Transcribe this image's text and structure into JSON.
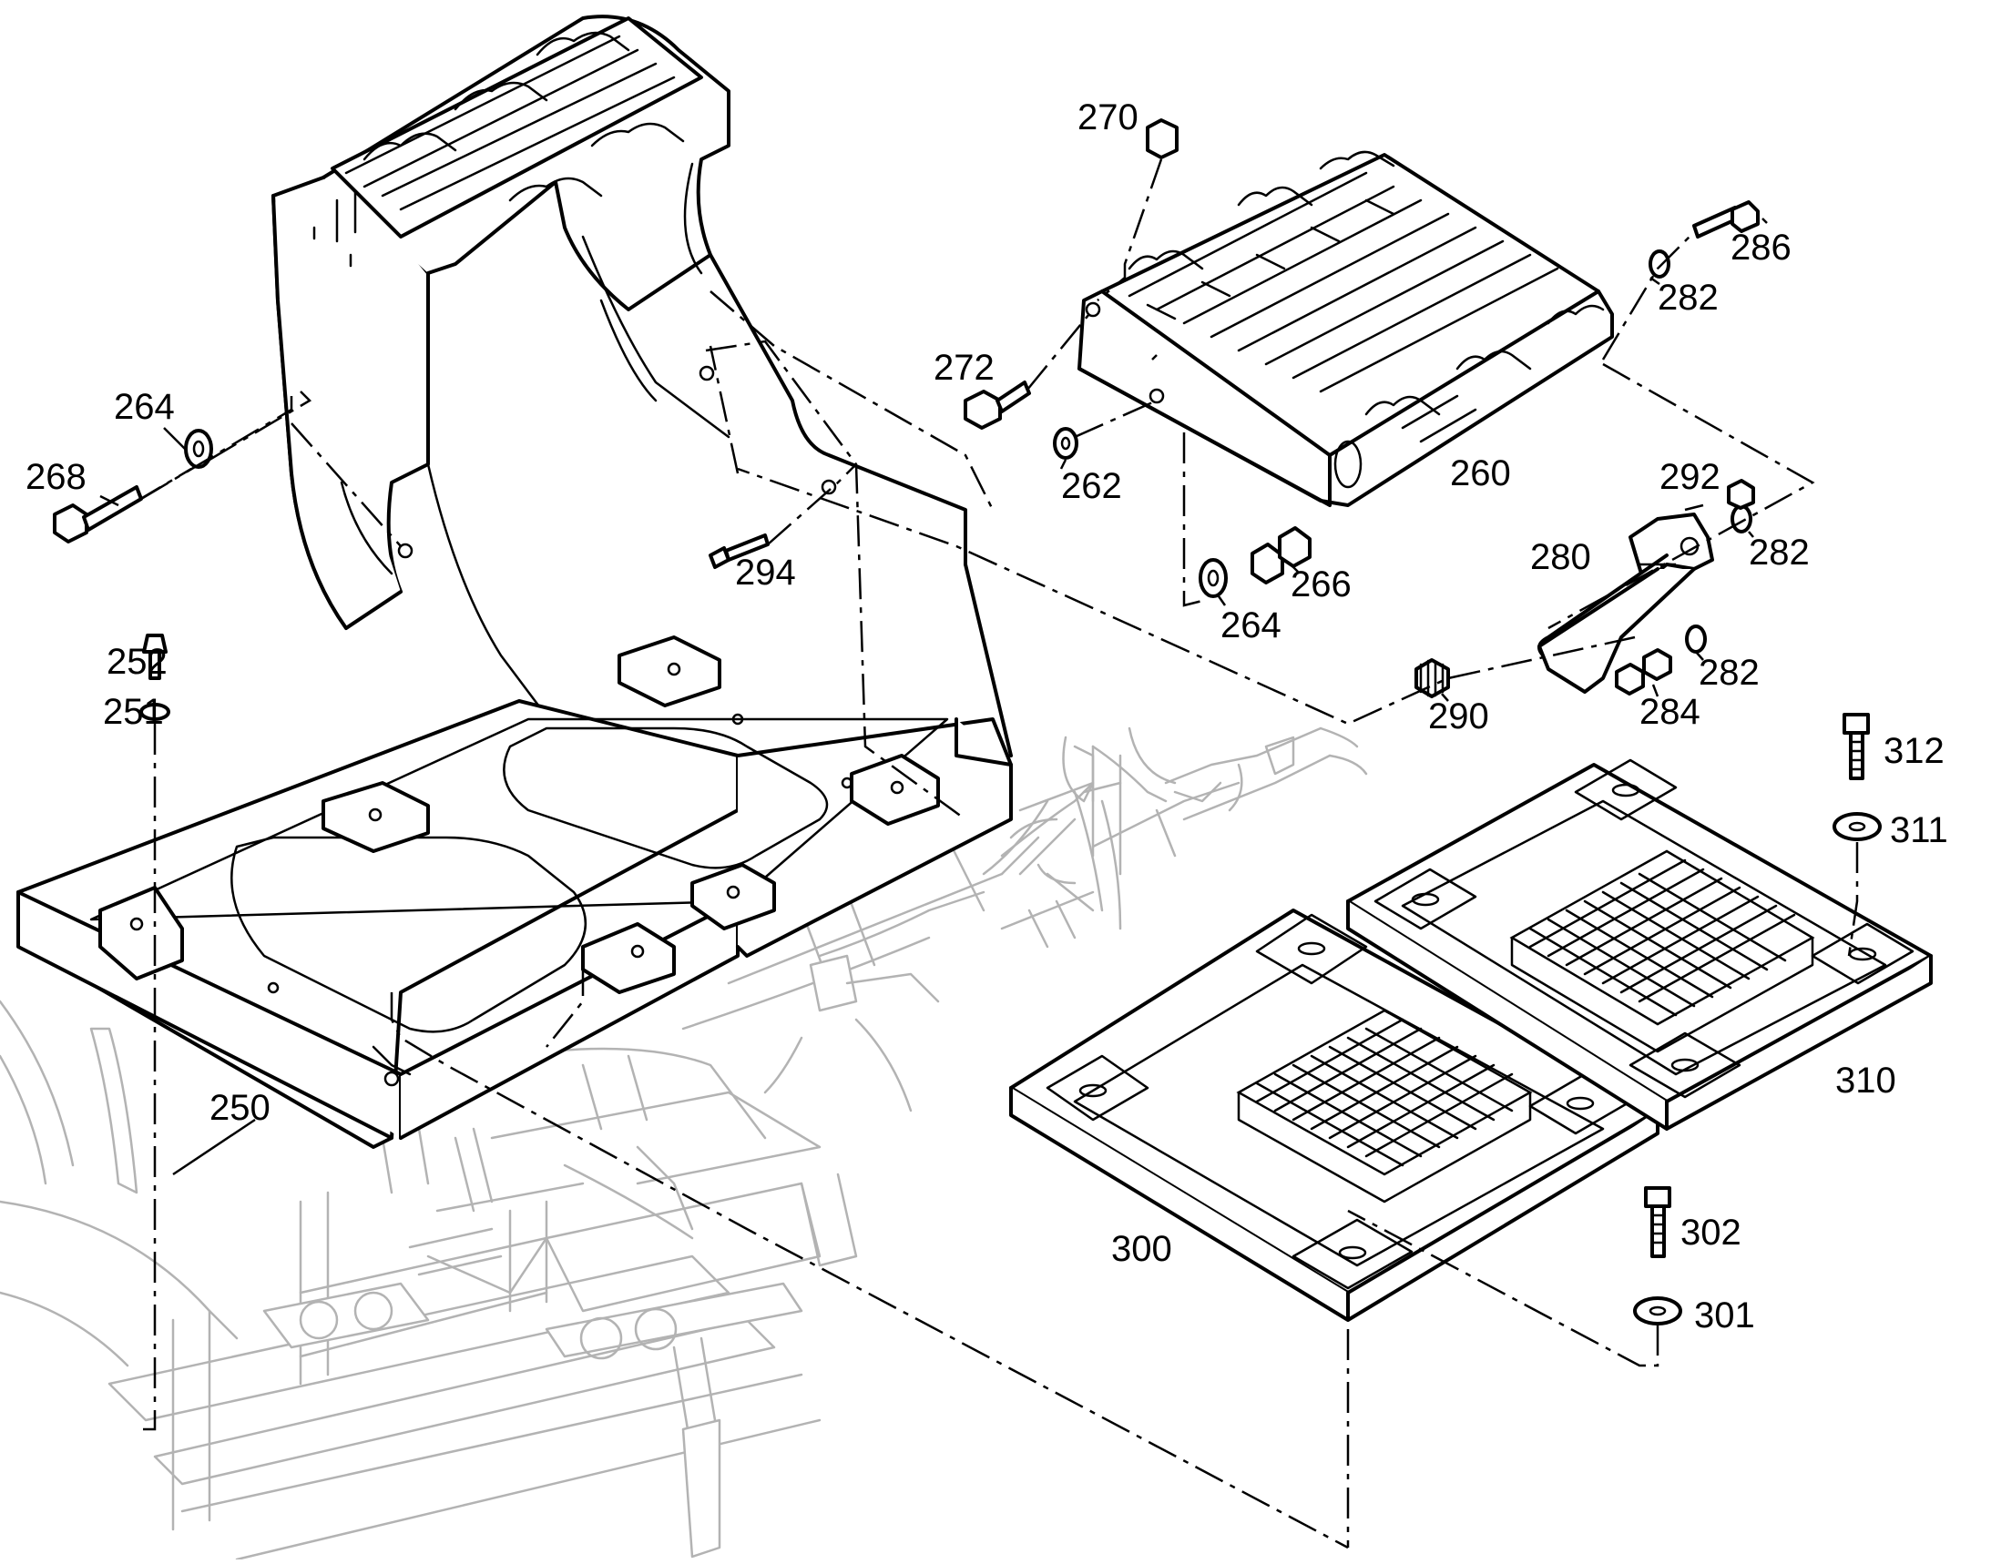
{
  "diagram": {
    "callouts": {
      "c250": "250",
      "c251": "251",
      "c252": "252",
      "c260": "260",
      "c262": "262",
      "c264a": "264",
      "c264b": "264",
      "c266": "266",
      "c268": "268",
      "c270": "270",
      "c272": "272",
      "c280": "280",
      "c282a": "282",
      "c282b": "282",
      "c282c": "282",
      "c284": "284",
      "c286": "286",
      "c290": "290",
      "c292": "292",
      "c294": "294",
      "c300": "300",
      "c301": "301",
      "c302": "302",
      "c310": "310",
      "c311": "311",
      "c312": "312"
    },
    "colors": {
      "ink": "#000000",
      "ghost_frame": "#b3b3b3",
      "paper": "#ffffff"
    }
  }
}
